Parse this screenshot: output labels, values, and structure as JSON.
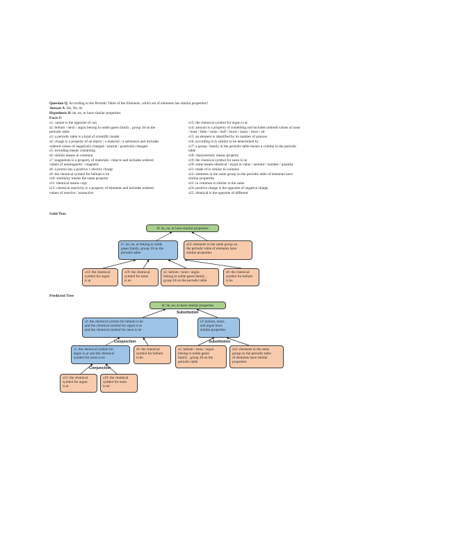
{
  "header": {
    "question_label": "Question Q",
    "question_text": ": According to the Periodic Table of the Elements, which set of elements has similar properties?",
    "answer_label": "Answer A",
    "answer_text": ": He, Ne, Ar",
    "hypothesis_label": "Hypothesis H",
    "hypothesis_text": ": he, ne, ar have similar properties",
    "facts_label": "Facts S",
    "facts_colon": ":"
  },
  "facts_left": [
    "s1: cannot is the opposite of can",
    "s2: helium / neon / argon belong to noble gases family , group 18 on the",
    "periodic table",
    "s3: a periodic table is a kind of scientific model",
    "s4: charge is a property of an object / a material / a substance and includes",
    "ordered values of negatively-charged / neutral / positively-charged",
    "s5: including means containing",
    "s6: similar means in common",
    "s7: magnetism is a property of materials / objects and includes ordered",
    "values of nonmagnetic / magnetic",
    "s8: a proton has a positive 1 electric charge",
    "s9: the chemical symbol for helium is he",
    "s10: similarity means the same property",
    "s11: identical means copy",
    "s12: chemical reactivity is a property of elements and includes ordered",
    "values of reactive / unreactive"
  ],
  "facts_right": [
    "s13: the chemical symbol for argon is ar",
    "s14: amount is a property of something and includes ordered values of none",
    "/ least / little / some / half / much / many / most / all",
    "s15: an element is identified by its number of protons",
    "s16: according to is similar to be determined by",
    "s17: a group / family in the periodic table means a column in the periodic",
    "table",
    "s18: characteristic means property",
    "s19: the chemical symbol for neon is ne",
    "s20: same means identical / equal in value / amount / number / quantity",
    "s21: made of is similar to contains",
    "s22: elements in the same group on the periodic table of elements have",
    "similar properties",
    "s23: in common is similar to the same",
    "s24: positive charge is the opposite of negative charge",
    "s25: identical is the opposite of different"
  ],
  "gold": {
    "title": "Gold Tree",
    "root": "H: he, ne, ar have similar properties",
    "i1": [
      "i1: he, ne, ar belong to noble",
      "gases family, group 18 on the",
      "periodic table"
    ],
    "s22": [
      "s22: elements in the same group on",
      "the periodic table of elements have",
      "similar properties"
    ],
    "s13": [
      "s13: the chemical",
      "symbol for argon",
      "is ar"
    ],
    "s19": [
      "s19: the chemical",
      "symbol for neon",
      "is ne"
    ],
    "s2": [
      "s2: helium / neon / argon",
      "belong to noble gases family ,",
      "group 18 on the periodic table"
    ],
    "s9": [
      "s9: the chemical",
      "symbol for helium",
      "is he"
    ]
  },
  "pred": {
    "title": "Predicted Tree",
    "root": "H: he, ne, ar have similar properties",
    "substitution_top": "Substitution",
    "i2": [
      "i2: the chemical symbol for helium is he",
      "and the chemical symbol for argon is ar",
      "and the chemical symbol for neon is ne"
    ],
    "i3": [
      "i3: helium, neon,",
      "and argon have",
      "similar properties"
    ],
    "conjunction_mid": "Conjunction",
    "substitution_right": "Substitution",
    "i1": [
      "i1: the chemical symbol for",
      "argon is ar and the chemical",
      "symbol for neon is ne"
    ],
    "s9": [
      "s9: the chemical",
      "symbol for helium",
      "is he"
    ],
    "s2": [
      "s2: helium / neon / argon",
      "belong to noble gases",
      "family , group 18 on the",
      "periodic table"
    ],
    "s22": [
      "s22: elements in the same",
      "group on the periodic table",
      "of elements have similar",
      "properties"
    ],
    "conjunction_low": "Conjunction",
    "s13": [
      "s13: the chemical",
      "symbol for argon",
      "is ar"
    ],
    "s19": [
      "s19: the chemical",
      "symbol for neon",
      "is ne"
    ]
  }
}
